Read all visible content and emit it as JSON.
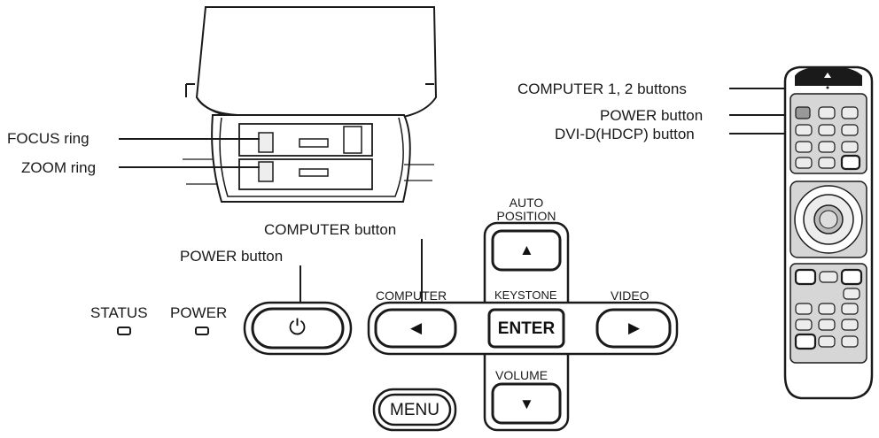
{
  "callouts": {
    "focus_ring": "FOCUS ring",
    "zoom_ring": "ZOOM ring",
    "computer_button": "COMPUTER button",
    "power_button_panel": "POWER button",
    "computer_1_2_buttons": "COMPUTER 1, 2 buttons",
    "power_button_remote": "POWER button",
    "dvi_button": "DVI-D(HDCP) button"
  },
  "indicators": {
    "status": "STATUS",
    "power": "POWER"
  },
  "control_panel": {
    "auto_position": "AUTO\nPOSITION",
    "computer": "COMPUTER",
    "keystone": "KEYSTONE",
    "video": "VIDEO",
    "volume": "VOLUME",
    "enter": "ENTER",
    "menu": "MENU",
    "up_arrow": "▲",
    "down_arrow": "▼",
    "left_arrow": "◀",
    "right_arrow": "▶",
    "power_symbol": "⏻"
  },
  "colors": {
    "line": "#1a1a1a",
    "button_fill": "#ffffff",
    "remote_shade": "#d6d6d6",
    "remote_dark": "#1a1a1a"
  }
}
